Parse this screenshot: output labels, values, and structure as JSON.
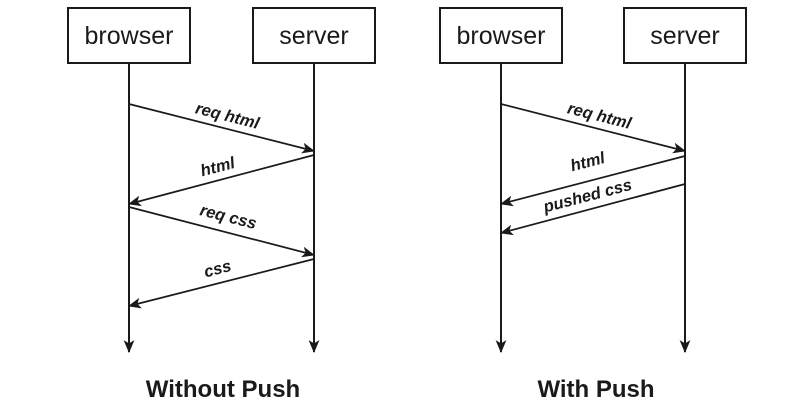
{
  "style": {
    "ink": "#1a1a1a",
    "background": "#ffffff"
  },
  "left_diagram": {
    "caption": "Without Push",
    "actors": [
      {
        "label": "browser"
      },
      {
        "label": "server"
      }
    ],
    "messages": [
      {
        "label": "req html",
        "from": "browser",
        "to": "server"
      },
      {
        "label": "html",
        "from": "server",
        "to": "browser"
      },
      {
        "label": "req css",
        "from": "browser",
        "to": "server"
      },
      {
        "label": "css",
        "from": "server",
        "to": "browser"
      }
    ]
  },
  "right_diagram": {
    "caption": "With Push",
    "actors": [
      {
        "label": "browser"
      },
      {
        "label": "server"
      }
    ],
    "messages": [
      {
        "label": "req html",
        "from": "browser",
        "to": "server"
      },
      {
        "label": "html",
        "from": "server",
        "to": "browser"
      },
      {
        "label": "pushed css",
        "from": "server",
        "to": "browser"
      }
    ]
  }
}
